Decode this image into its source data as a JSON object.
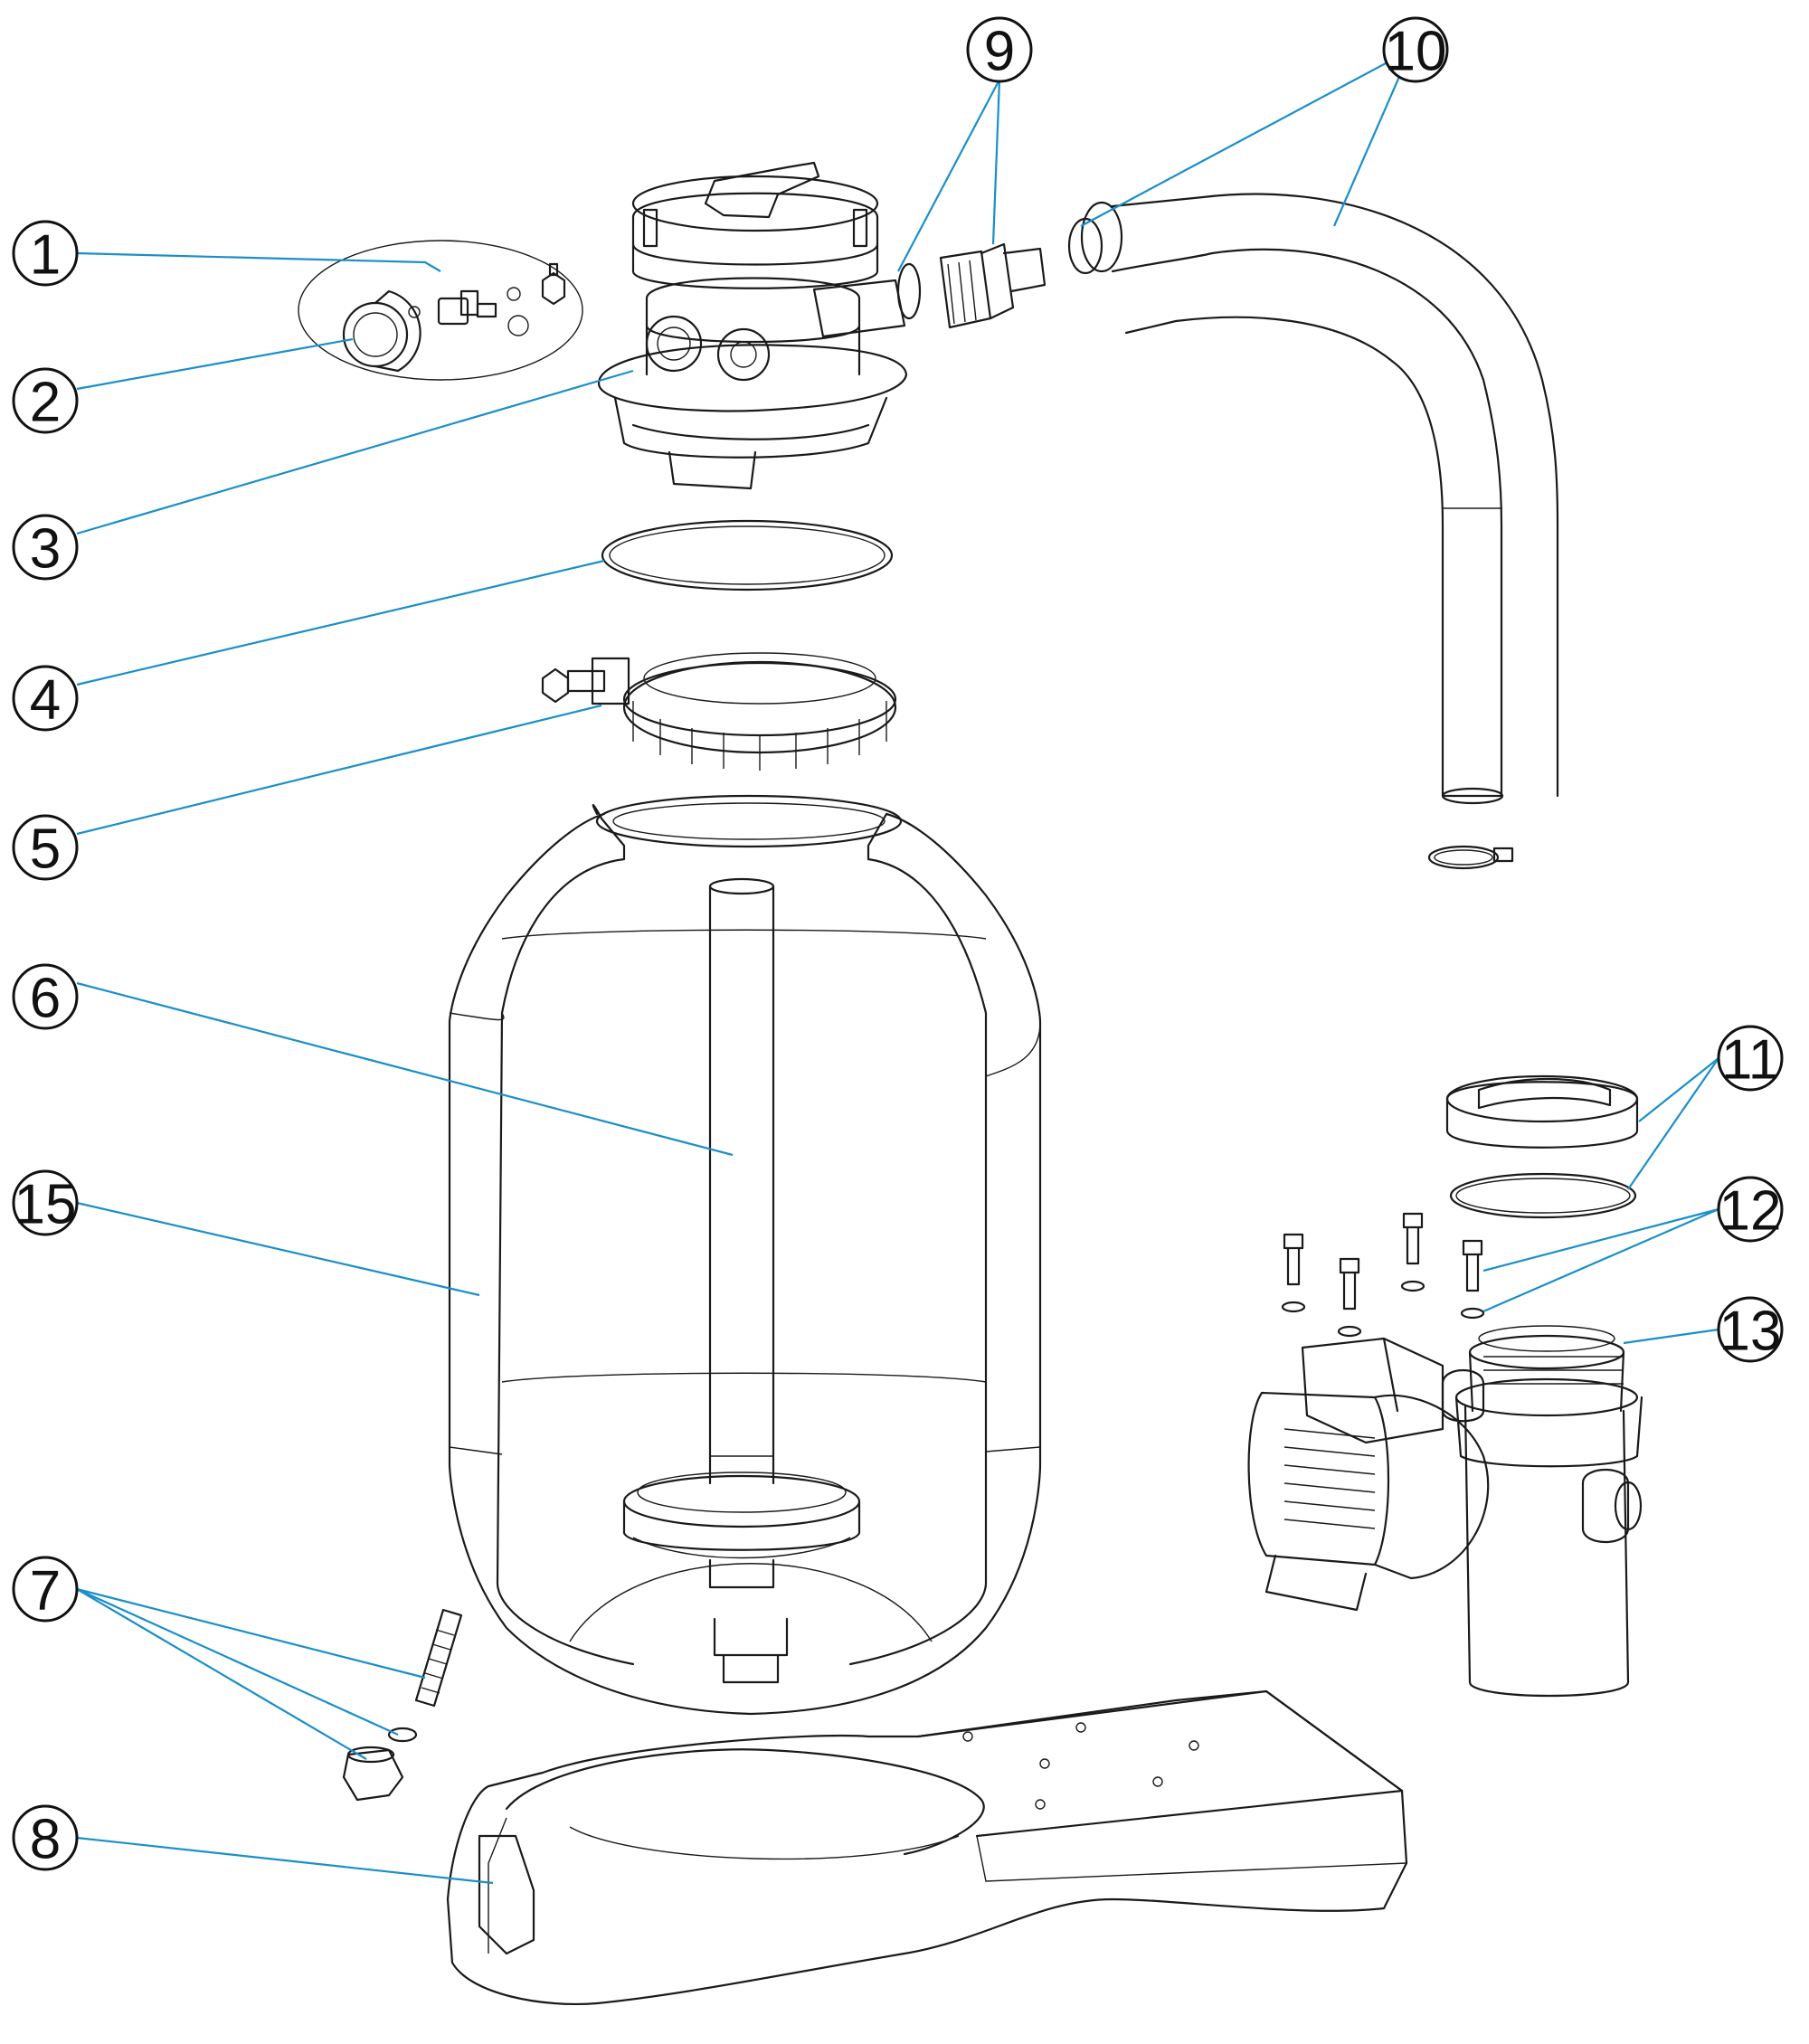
{
  "colors": {
    "leader": "#1a8fc9",
    "ink": "#1a1a1a",
    "background": "#ffffff"
  },
  "callouts": [
    {
      "id": "c1",
      "label": "1"
    },
    {
      "id": "c2",
      "label": "2"
    },
    {
      "id": "c3",
      "label": "3"
    },
    {
      "id": "c4",
      "label": "4"
    },
    {
      "id": "c5",
      "label": "5"
    },
    {
      "id": "c6",
      "label": "6"
    },
    {
      "id": "c7",
      "label": "7"
    },
    {
      "id": "c8",
      "label": "8"
    },
    {
      "id": "c9",
      "label": "9"
    },
    {
      "id": "c10",
      "label": "10"
    },
    {
      "id": "c11",
      "label": "11"
    },
    {
      "id": "c12",
      "label": "12"
    },
    {
      "id": "c13",
      "label": "13"
    },
    {
      "id": "c15",
      "label": "15"
    }
  ]
}
